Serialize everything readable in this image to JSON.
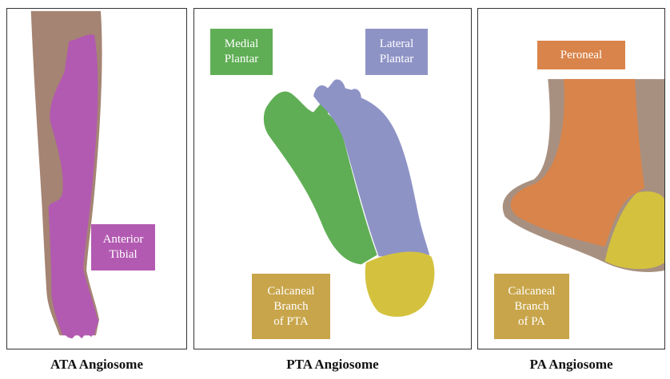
{
  "panels": [
    {
      "caption": "ATA Angiosome",
      "labels": [
        {
          "text": "Anterior\nTibial",
          "color": "#b25ab1"
        }
      ]
    },
    {
      "caption": "PTA Angiosome",
      "labels": [
        {
          "text": "Medial\nPlantar",
          "color": "#5fae55"
        },
        {
          "text": "Lateral\nPlantar",
          "color": "#8e93c6"
        },
        {
          "text": "Calcaneal\nBranch\nof PTA",
          "color": "#c8a54a"
        }
      ]
    },
    {
      "caption": "PA Angiosome",
      "labels": [
        {
          "text": "Peroneal",
          "color": "#d9844a"
        },
        {
          "text": "Calcaneal\nBranch\nof PA",
          "color": "#c8a54a"
        }
      ]
    }
  ],
  "colors": {
    "skin": "#b08e7a",
    "anterior_tibial": "#b25ab1",
    "medial_plantar": "#5fae55",
    "lateral_plantar": "#8e93c6",
    "calcaneal": "#d9c341",
    "peroneal": "#d9844a"
  }
}
